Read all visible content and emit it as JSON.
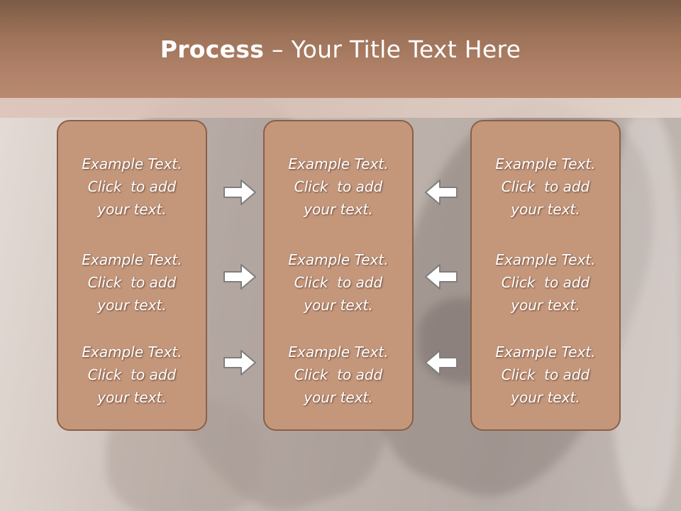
{
  "title": {
    "bold": "Process",
    "rest": " – Your Title Text Here"
  },
  "columns": [
    {
      "items": [
        {
          "line1": "Example Text.",
          "line2": "Click  to add",
          "line3": "your text."
        },
        {
          "line1": "Example Text.",
          "line2": "Click  to add",
          "line3": "your text."
        },
        {
          "line1": "Example Text.",
          "line2": "Click  to add",
          "line3": "your text."
        }
      ]
    },
    {
      "items": [
        {
          "line1": "Example Text.",
          "line2": "Click  to add",
          "line3": "your text."
        },
        {
          "line1": "Example Text.",
          "line2": "Click  to add",
          "line3": "your text."
        },
        {
          "line1": "Example Text.",
          "line2": "Click  to add",
          "line3": "your text."
        }
      ]
    },
    {
      "items": [
        {
          "line1": "Example Text.",
          "line2": "Click  to add",
          "line3": "your text."
        },
        {
          "line1": "Example Text.",
          "line2": "Click  to add",
          "line3": "your text."
        },
        {
          "line1": "Example Text.",
          "line2": "Click  to add",
          "line3": "your text."
        }
      ]
    }
  ],
  "icons": {
    "right": "arrow-right-icon",
    "left": "arrow-left-icon"
  },
  "colors": {
    "header": "#9c7258",
    "box": "#c4977b",
    "box_border": "#8a5f48"
  }
}
